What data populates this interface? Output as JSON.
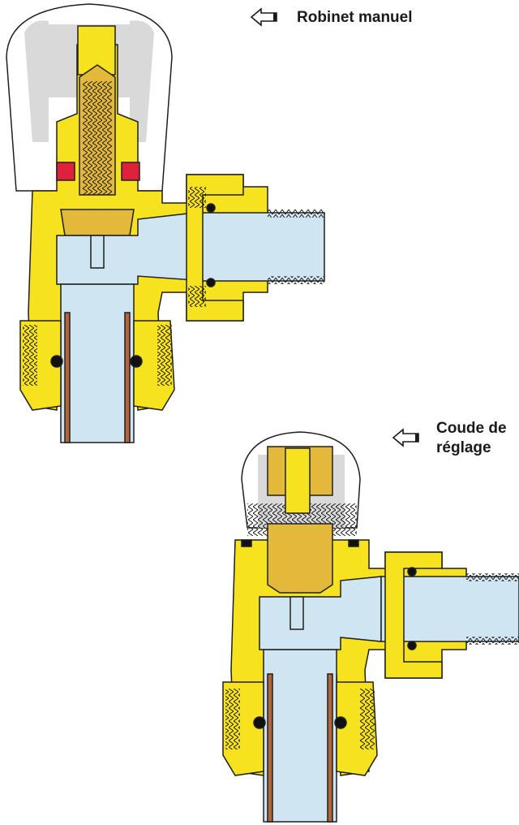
{
  "labels": {
    "top": "Robinet manuel",
    "bottom_line1": "Coude de",
    "bottom_line2": "réglage"
  },
  "colors": {
    "brass": "#f6e21e",
    "brass_dark": "#e0c000",
    "brass_inner": "#e2b93b",
    "outline": "#1f1f1f",
    "pipe_blue": "#cfe6f2",
    "cap_grey": "#d9d9d9",
    "copper": "#b6643a",
    "seal_black": "#111111",
    "seal_red": "#e0213b"
  },
  "icons": [
    "left-arrow-icon",
    "left-arrow-icon"
  ]
}
